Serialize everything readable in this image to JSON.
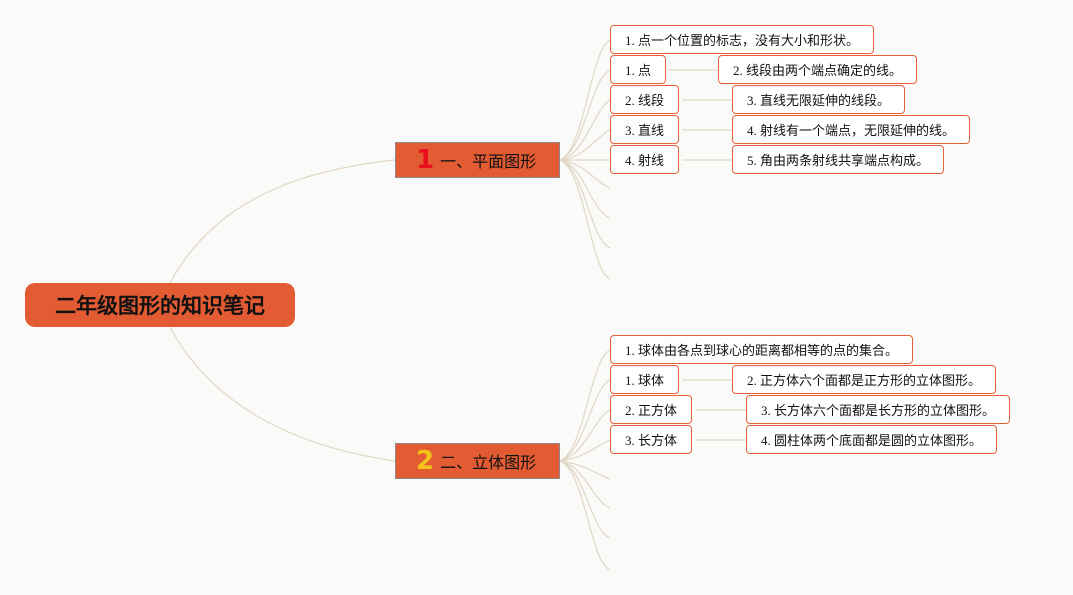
{
  "root": {
    "title": "二年级图形的知识笔记"
  },
  "branches": [
    {
      "number": "1",
      "label": "一、平面图形",
      "first_note": "1. 点一个位置的标志，没有大小和形状。",
      "terms": [
        "1. 点",
        "2. 线段",
        "3. 直线",
        "4. 射线"
      ],
      "notes": [
        "2. 线段由两个端点确定的线。",
        "3. 直线无限延伸的线段。",
        "4. 射线有一个端点，无限延伸的线。",
        "5. 角由两条射线共享端点构成。"
      ]
    },
    {
      "number": "2",
      "label": "二、立体图形",
      "first_note": "1. 球体由各点到球心的距离都相等的点的集合。",
      "terms": [
        "1. 球体",
        "2. 正方体",
        "3. 长方体"
      ],
      "notes": [
        "2. 正方体六个面都是正方形的立体图形。",
        "3. 长方体六个面都是长方形的立体图形。",
        "4. 圆柱体两个底面都是圆的立体图形。"
      ]
    }
  ]
}
